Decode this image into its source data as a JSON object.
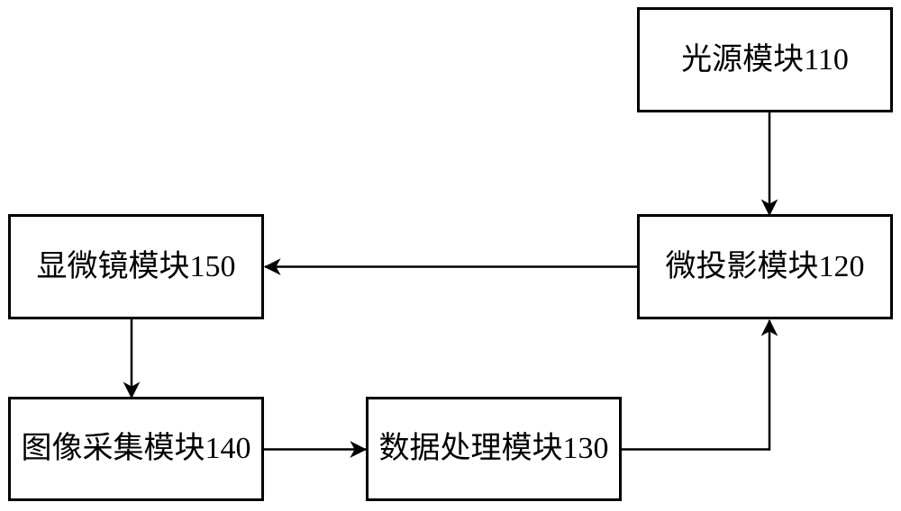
{
  "figure": {
    "type": "block-diagram",
    "background_color": "#ffffff",
    "line_color": "#000000",
    "nodes": {
      "light_source": {
        "label": "光源模块110"
      },
      "micro_projection": {
        "label": "微投影模块120"
      },
      "microscope": {
        "label": "显微镜模块150"
      },
      "image_capture": {
        "label": "图像采集模块140"
      },
      "data_processing": {
        "label": "数据处理模块130"
      }
    },
    "edges": [
      {
        "from": "光源模块110",
        "to": "微投影模块120",
        "arrow": "down"
      },
      {
        "from": "微投影模块120",
        "to": "显微镜模块150",
        "arrow": "left"
      },
      {
        "from": "显微镜模块150",
        "to": "图像采集模块140",
        "arrow": "down"
      },
      {
        "from": "图像采集模块140",
        "to": "数据处理模块130",
        "arrow": "right"
      },
      {
        "from": "数据处理模块130",
        "to": "微投影模块120",
        "arrow": "up"
      }
    ]
  }
}
